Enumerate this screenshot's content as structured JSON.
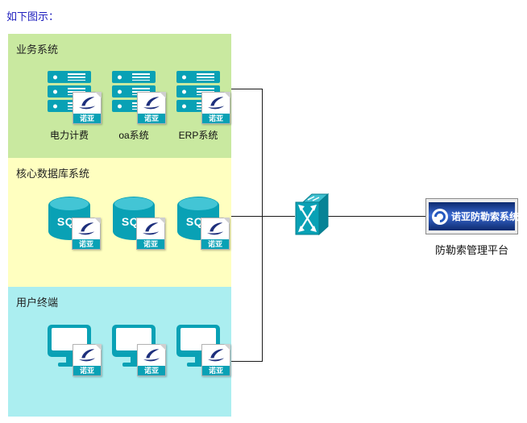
{
  "page": {
    "intro": "如下图示："
  },
  "diagram": {
    "zones": [
      {
        "label": "业务系统",
        "items": [
          {
            "label": "电力计费"
          },
          {
            "label": "oa系统"
          },
          {
            "label": "ERP系统"
          }
        ]
      },
      {
        "label": "核心数据库系统",
        "items": [
          {
            "label": "SQL"
          },
          {
            "label": "SQL"
          },
          {
            "label": "SQL"
          }
        ]
      },
      {
        "label": "用户终端",
        "items": [
          {},
          {},
          {}
        ]
      }
    ],
    "badge_label": "诺亚",
    "platform": {
      "banner": "诺亚防勒索系统",
      "label": "防勒索管理平台"
    },
    "colors": {
      "zone_business": "#c9e9a0",
      "zone_database": "#ffffc0",
      "zone_terminal": "#abeef0",
      "icon_teal": "#09a1b5",
      "banner_blue": "#2b5cc8",
      "intro_text": "#1f1fbe"
    }
  }
}
